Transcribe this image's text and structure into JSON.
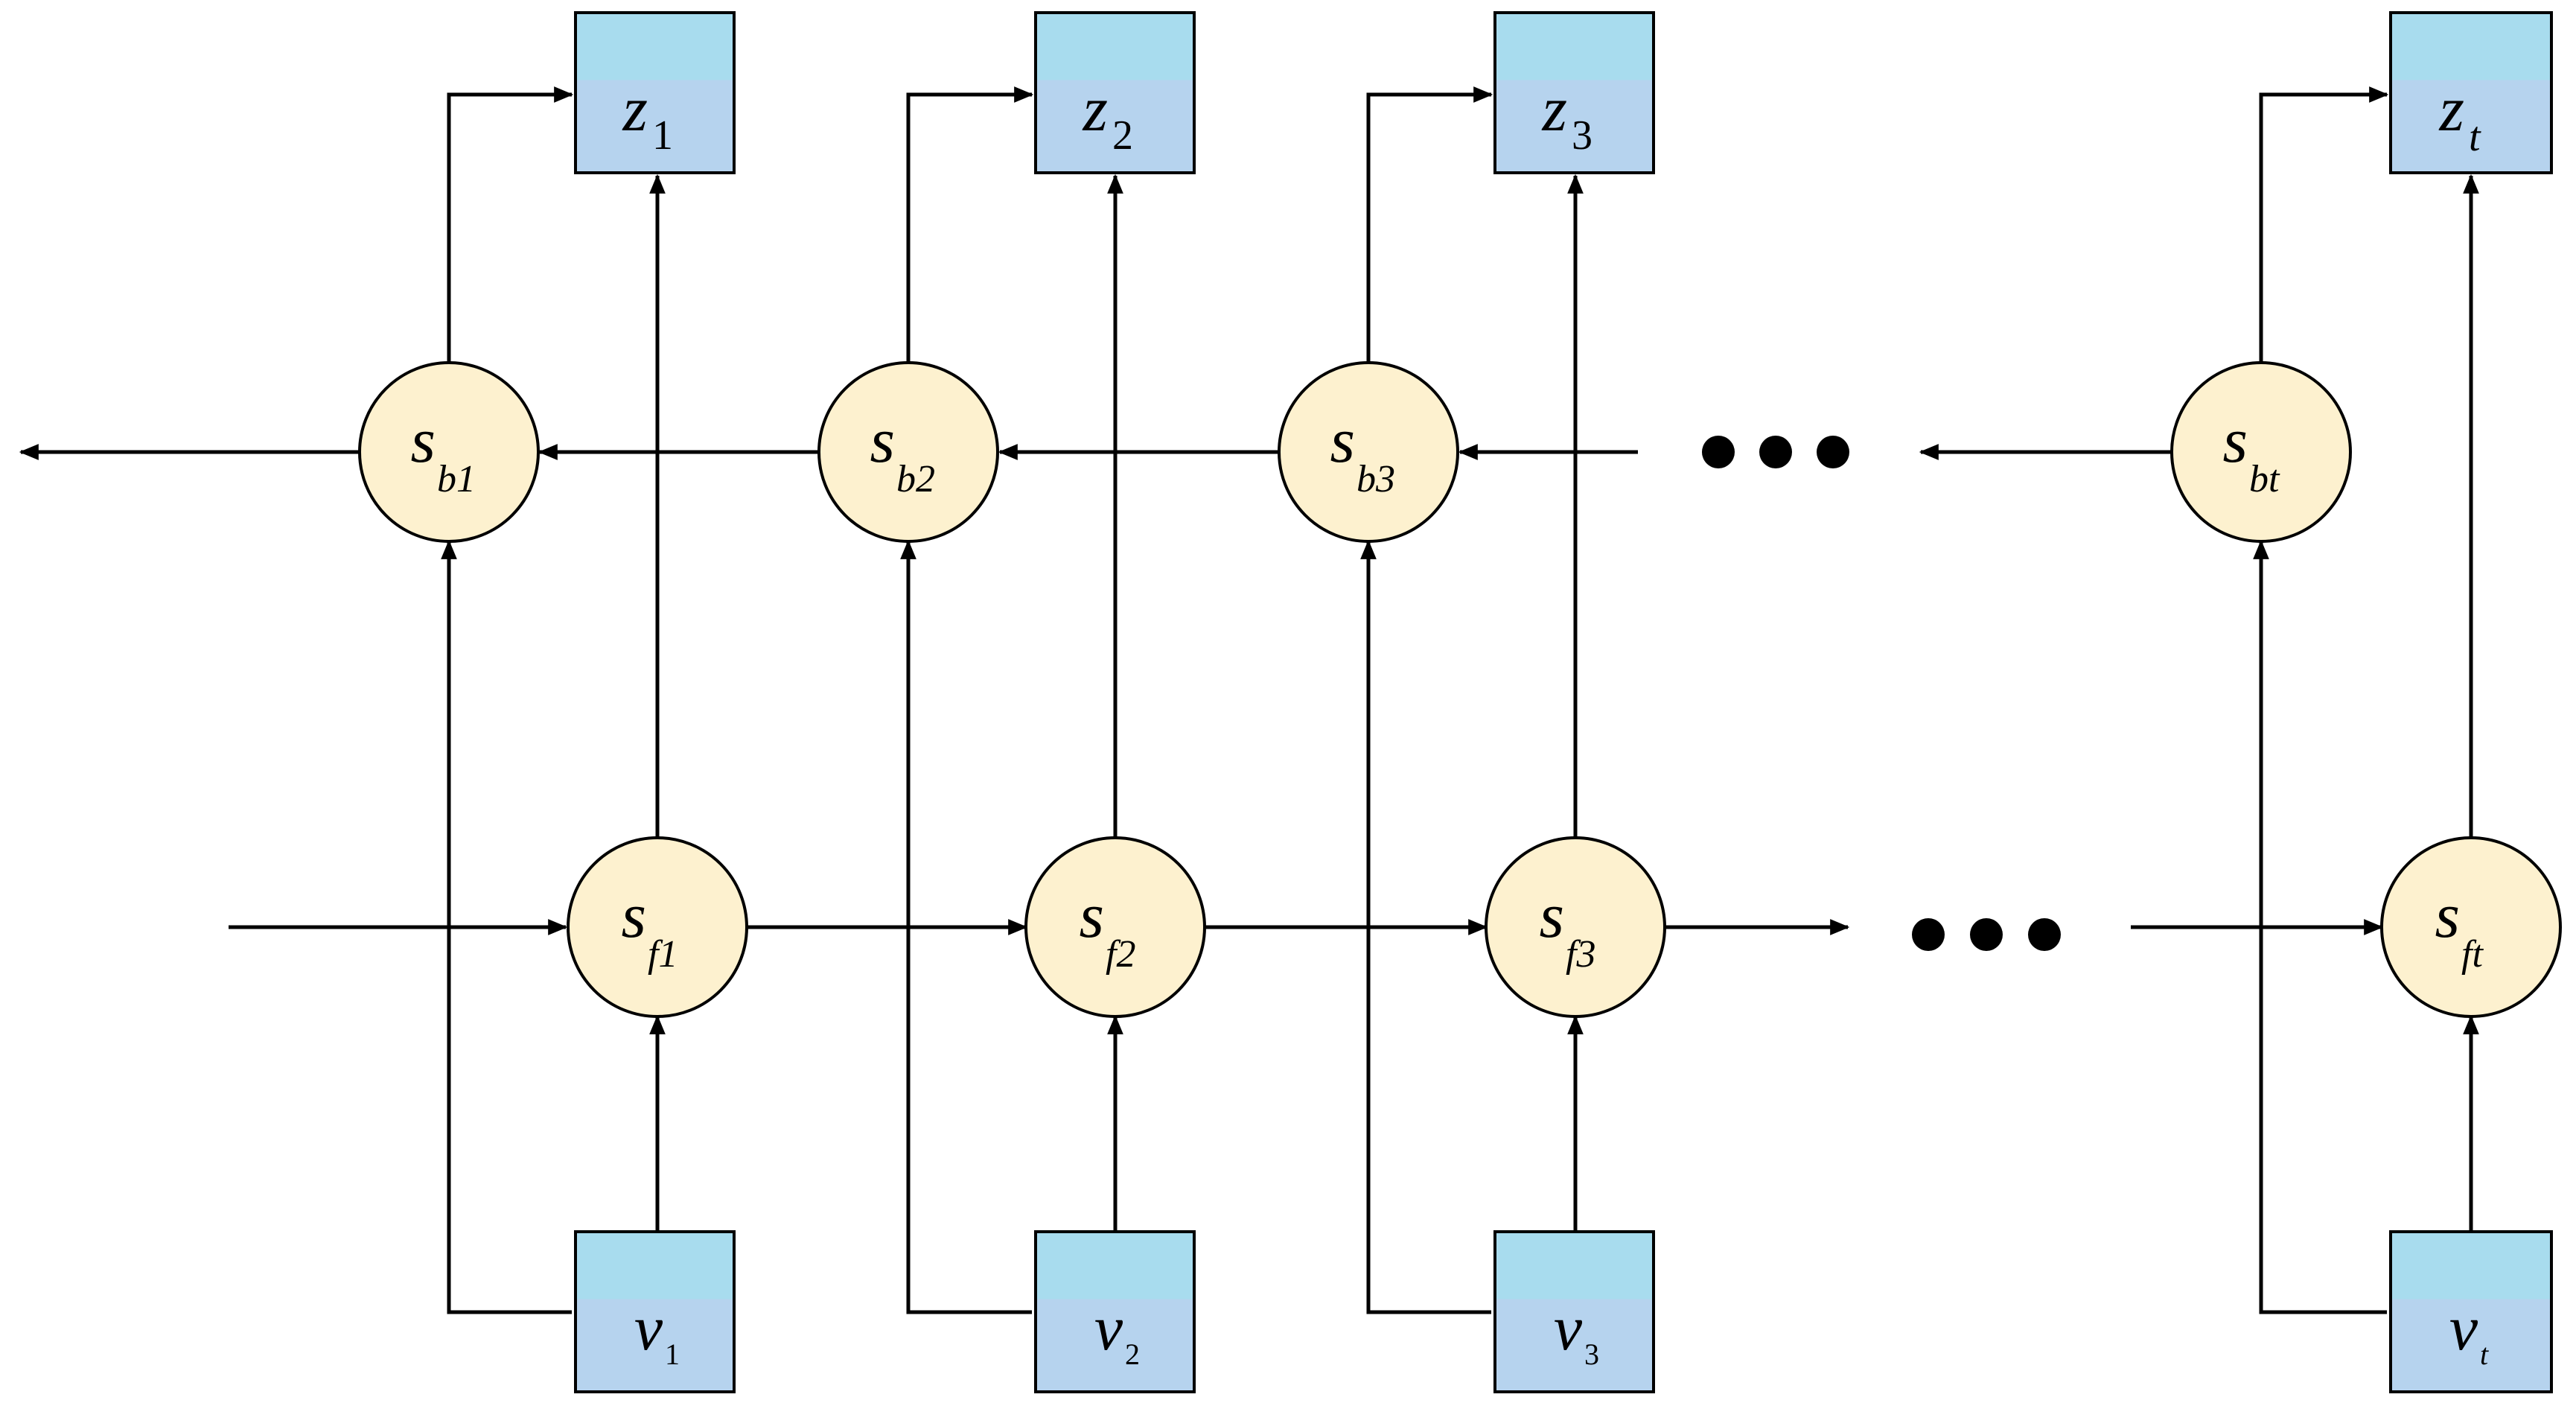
{
  "colors": {
    "box_fill_top": "#a8dcee",
    "box_fill_bottom": "#b6d3ee",
    "circle_fill": "#fdf1cf",
    "stroke": "#000000",
    "ellipsis": "#000000"
  },
  "columns": [
    {
      "z_base": "z",
      "z_sub": "1",
      "sb_base": "s",
      "sb_sub": "b1",
      "sf_base": "s",
      "sf_sub": "f1",
      "v_base": "v",
      "v_sub": "1"
    },
    {
      "z_base": "z",
      "z_sub": "2",
      "sb_base": "s",
      "sb_sub": "b2",
      "sf_base": "s",
      "sf_sub": "f2",
      "v_base": "v",
      "v_sub": "2"
    },
    {
      "z_base": "z",
      "z_sub": "3",
      "sb_base": "s",
      "sb_sub": "b3",
      "sf_base": "s",
      "sf_sub": "f3",
      "v_base": "v",
      "v_sub": "3"
    },
    {
      "z_base": "z",
      "z_sub": "t",
      "sb_base": "s",
      "sb_sub": "bt",
      "sf_base": "s",
      "sf_sub": "ft",
      "v_base": "v",
      "v_sub": "t"
    }
  ]
}
